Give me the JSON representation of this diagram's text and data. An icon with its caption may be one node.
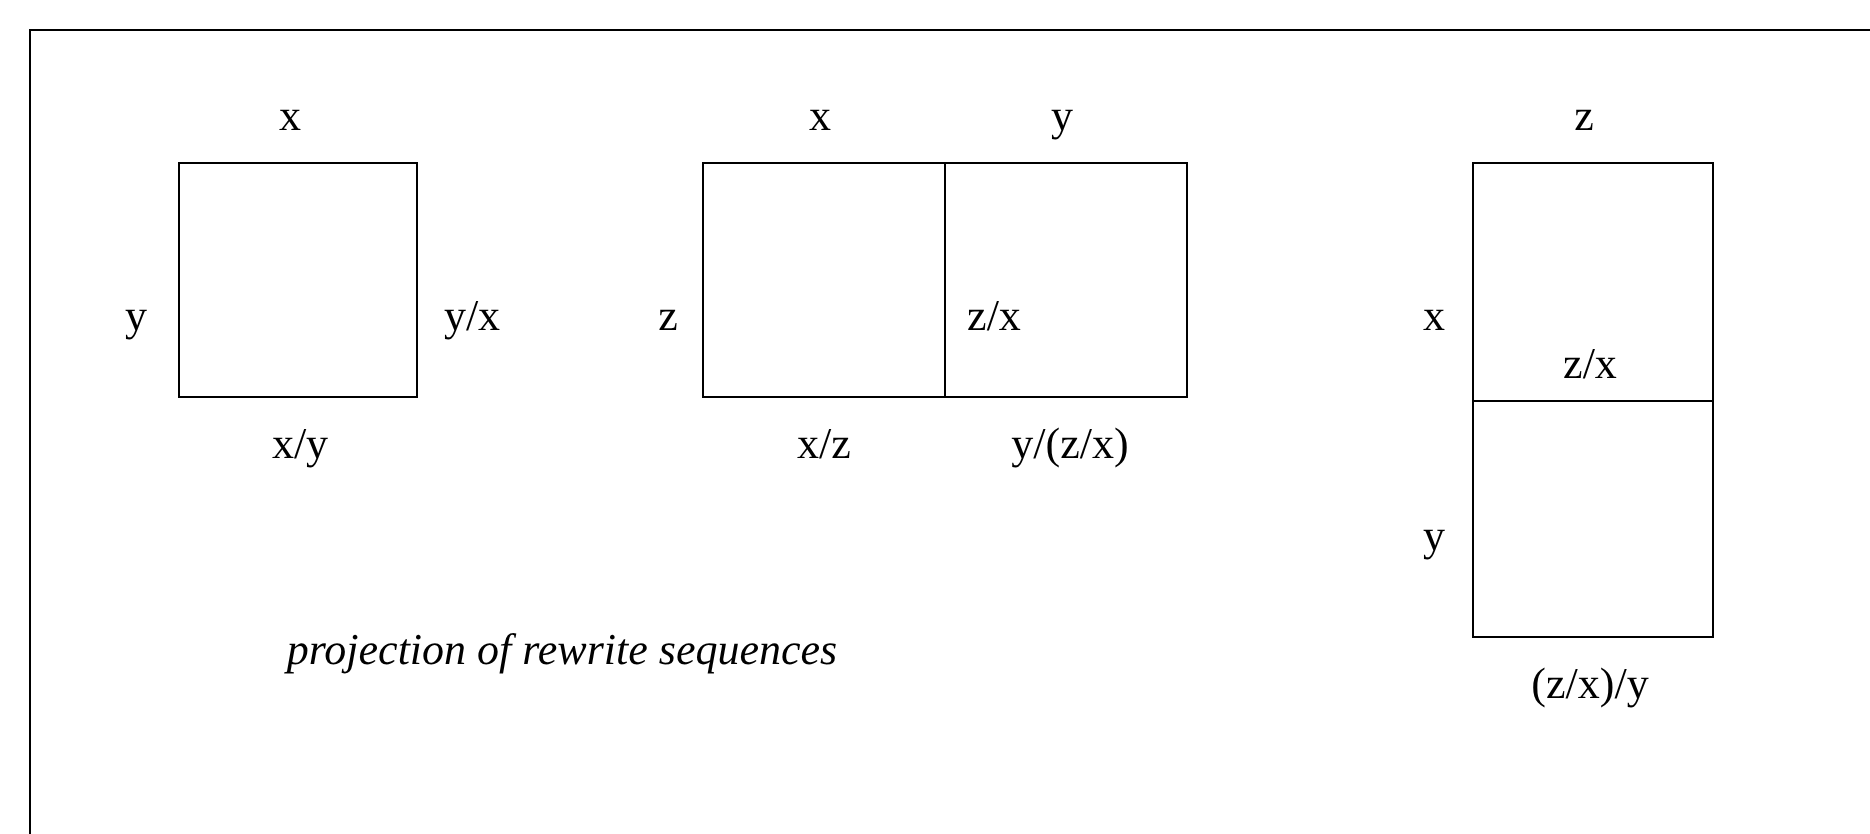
{
  "diagram": {
    "caption": "projection of rewrite sequences",
    "nodes": [
      {
        "text": [],
        "shape": "box"
      },
      {
        "text": [],
        "shape": "box"
      },
      {
        "text": [],
        "shape": "box"
      },
      {
        "text": [],
        "shape": "box"
      },
      {
        "text": [],
        "shape": "box"
      }
    ],
    "labels": [
      "x",
      "y",
      "y/x",
      "x/y",
      "x",
      "y",
      "z",
      "z/x",
      "x/z",
      "y/(z/x)",
      "z",
      "x",
      "z/x",
      "y",
      "(z/x)/y"
    ]
  }
}
